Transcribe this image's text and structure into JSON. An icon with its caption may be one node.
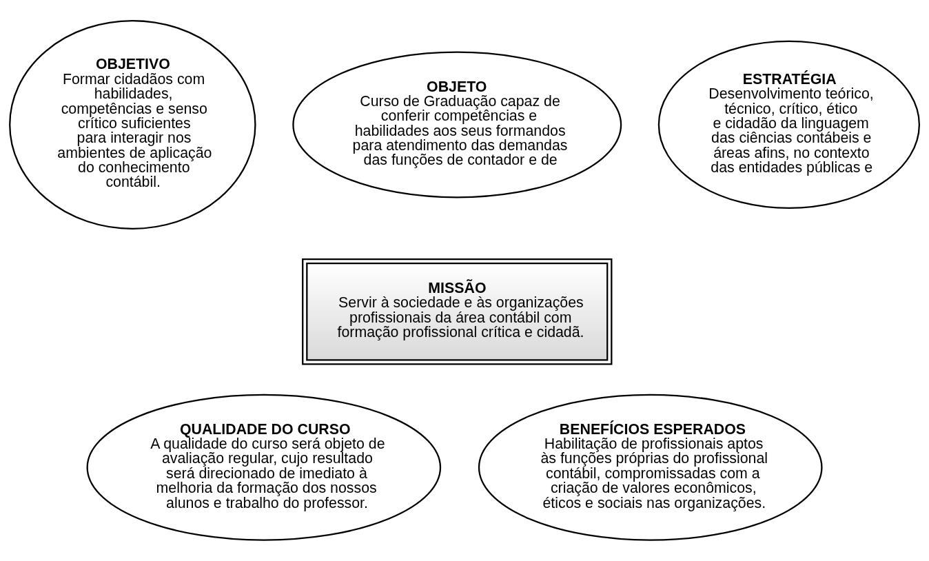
{
  "diagram": {
    "nodes": [
      {
        "text": [
          "OBJETIVO",
          "Formar cidadãos com habilidades, competências e senso crítico suficientes para interagir nos ambientes de aplicação do conhecimento contábil."
        ]
      },
      {
        "text": [
          "OBJETO",
          "Curso de Graduação capaz de conferir competências e habilidades aos seus formandos para atendimento das demandas das funções de contador e de"
        ]
      },
      {
        "text": [
          "ESTRATÉGIA",
          "Desenvolvimento teórico, técnico, crítico, ético e cidadão da linguagem das ciências contábeis e áreas afins, no contexto das entidades públicas e"
        ]
      },
      {
        "text": [
          "MISSÃO",
          "Servir à sociedade e às organizações profissionais da área contábil com formação profissional crítica e cidadã."
        ]
      },
      {
        "text": [
          "QUALIDADE DO CURSO",
          "A qualidade do curso será objeto de avaliação regular, cujo resultado será direcionado de imediato à melhoria da formação dos nossos alunos e trabalho do professor."
        ]
      },
      {
        "text": [
          "BENEFÍCIOS ESPERADOS",
          "Habilitação de profissionais aptos às funções próprias do profissional contábil, compromissadas com a criação de valores econômicos, éticos e sociais nas organizações."
        ]
      }
    ],
    "edges": []
  }
}
